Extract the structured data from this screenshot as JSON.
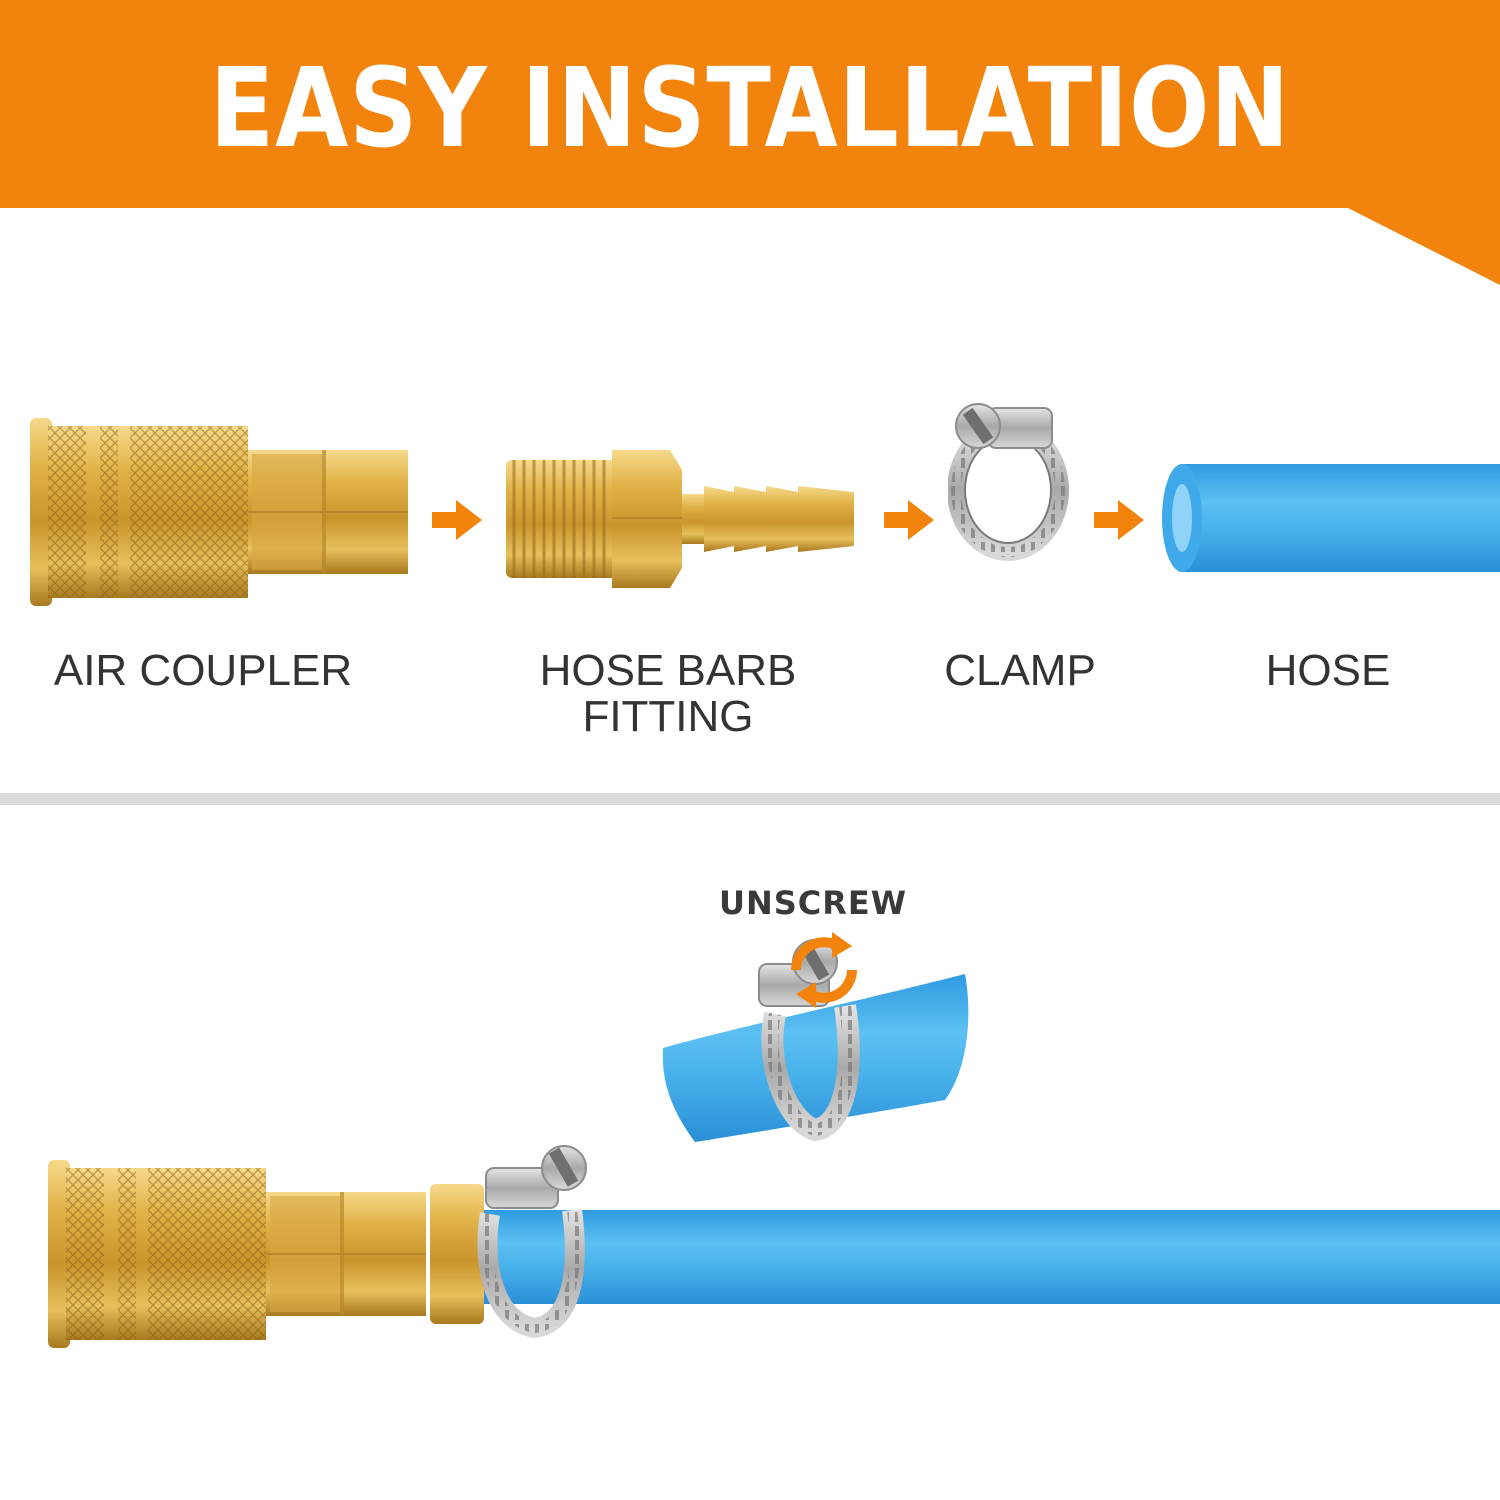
{
  "banner": {
    "title": "EASY INSTALLATION",
    "color": "#f2840e"
  },
  "parts": [
    {
      "label": "AIR COUPLER",
      "icon": "air-coupler-icon"
    },
    {
      "label": "HOSE BARB\nFITTING",
      "icon": "hose-barb-fitting-icon"
    },
    {
      "label": "CLAMP",
      "icon": "hose-clamp-icon"
    },
    {
      "label": "HOSE",
      "icon": "blue-hose-icon"
    }
  ],
  "arrows": {
    "icon": "arrow-right-icon",
    "color": "#f2840e"
  },
  "assembly": {
    "instruction": "UNSCREW",
    "rotate_icon": "rotate-arrows-icon"
  },
  "colors": {
    "brass": "#d9a63a",
    "hose_blue": "#3aa8e8",
    "steel": "#b8b8b8",
    "divider": "#dcdcdc",
    "text": "#333333"
  }
}
